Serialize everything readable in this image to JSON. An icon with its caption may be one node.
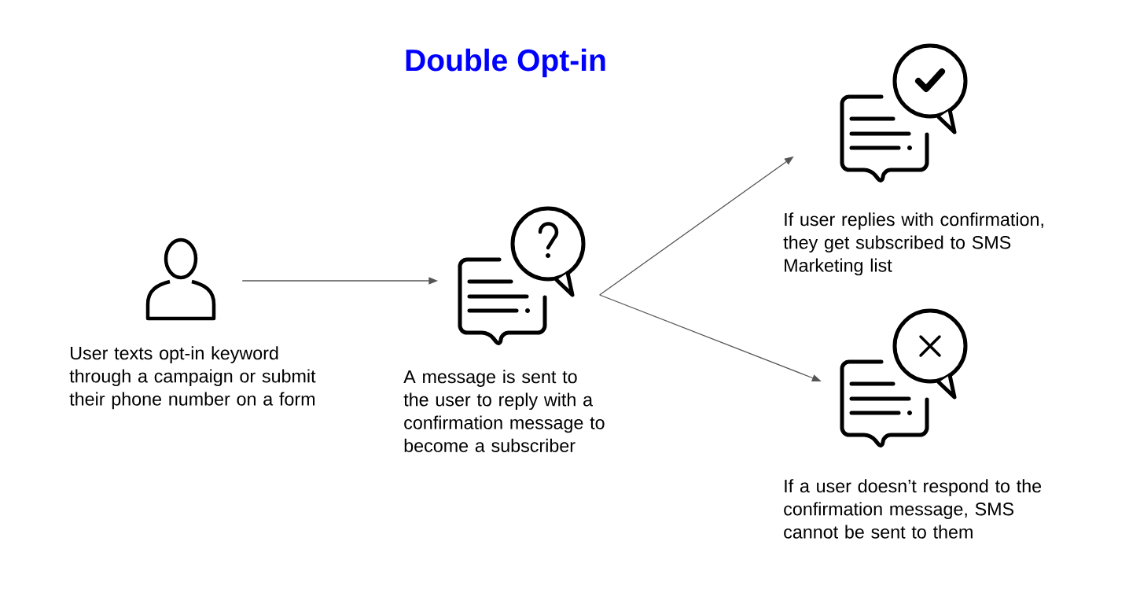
{
  "diagram": {
    "title": "Double Opt-in",
    "nodes": [
      {
        "text": [],
        "shape": "person",
        "beside": [
          "User texts opt-in keyword through a campaign or submit their phone number on a form"
        ]
      },
      {
        "text": [],
        "shape": "picture",
        "beside": [
          "A message is sent to the user to reply with a confirmation message to become a subscriber"
        ]
      },
      {
        "text": [],
        "shape": "picture",
        "beside": [
          "If user replies with confirmation, they get subscribed to SMS Marketing list"
        ]
      },
      {
        "text": [],
        "shape": "picture",
        "beside": [
          "If a user doesn’t respond to the confirmation message, SMS cannot be sent to them"
        ]
      }
    ],
    "edges": [
      {
        "from": 0,
        "to": 1,
        "arrow": "to"
      },
      {
        "from": 1,
        "to": 2,
        "arrow": "to"
      },
      {
        "from": 1,
        "to": 3,
        "arrow": "to"
      }
    ]
  }
}
